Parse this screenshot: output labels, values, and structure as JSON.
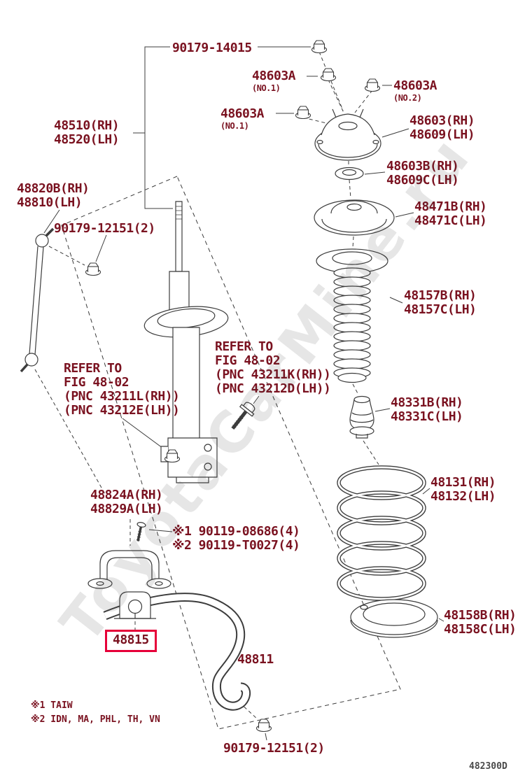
{
  "watermark": "ToyotaCarMine.ru",
  "doc_code": "482300D",
  "colors": {
    "label_text": "#7a1220",
    "highlight_box": "#e60039",
    "drawing_lines": "#3c3c3c"
  },
  "labels": {
    "nut_top": {
      "t1": "90179-14015"
    },
    "a603_1": {
      "t1": "48603A",
      "t2": "(NO.1)"
    },
    "a603_2": {
      "t1": "48603A",
      "t2": "(NO.2)"
    },
    "a603_3": {
      "t1": "48603A",
      "t2": "(NO.1)"
    },
    "s48510": {
      "t1": "48510(RH)",
      "t2": "48520(LH)"
    },
    "s48603": {
      "t1": "48603(RH)",
      "t2": "48609(LH)"
    },
    "s48603B": {
      "t1": "48603B(RH)",
      "t2": "48609C(LH)"
    },
    "s48820B": {
      "t1": "48820B(RH)",
      "t2": "48810(LH)"
    },
    "n12151a": {
      "t1": "90179-12151(2)"
    },
    "s48471B": {
      "t1": "48471B(RH)",
      "t2": "48471C(LH)"
    },
    "s48157B": {
      "t1": "48157B(RH)",
      "t2": "48157C(LH)"
    },
    "refer_r": {
      "t1": "REFER TO",
      "t2": "FIG 48-02",
      "t3": "(PNC 43211K(RH))",
      "t4": "(PNC 43212D(LH))"
    },
    "refer_l": {
      "t1": "REFER TO",
      "t2": "FIG 48-02",
      "t3": "(PNC 43211L(RH))",
      "t4": "(PNC 43212E(LH))"
    },
    "s48331B": {
      "t1": "48331B(RH)",
      "t2": "48331C(LH)"
    },
    "s48824A": {
      "t1": "48824A(RH)",
      "t2": "48829A(LH)"
    },
    "n90119": {
      "t1": "※1 90119-08686(4)",
      "t2": "※2 90119-T0027(4)"
    },
    "s48131": {
      "t1": "48131(RH)",
      "t2": "48132(LH)"
    },
    "s48158B": {
      "t1": "48158B(RH)",
      "t2": "48158C(LH)"
    },
    "s48815": {
      "t1": "48815"
    },
    "s48811": {
      "t1": "48811"
    },
    "n12151b": {
      "t1": "90179-12151(2)"
    },
    "fn1": "※1 TAIW",
    "fn2": "※2 IDN, MA, PHL, TH, VN"
  }
}
